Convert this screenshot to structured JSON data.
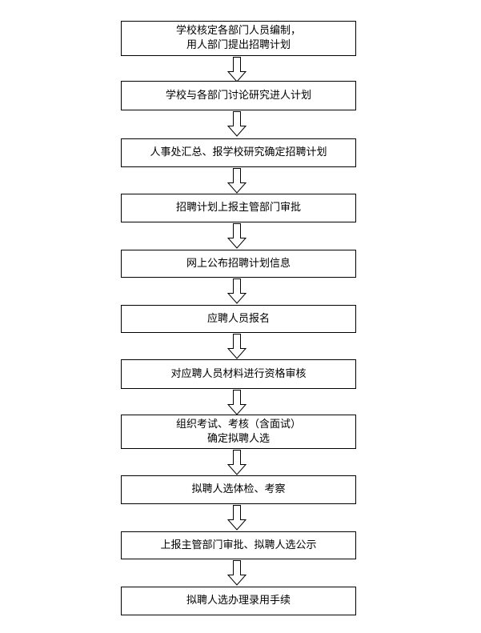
{
  "flowchart": {
    "steps": [
      {
        "lines": [
          "学校核定各部门人员编制，",
          "用人部门提出招聘计划"
        ]
      },
      {
        "lines": [
          "学校与各部门讨论研究进人计划"
        ]
      },
      {
        "lines": [
          "人事处汇总、报学校研究确定招聘计划"
        ]
      },
      {
        "lines": [
          "招聘计划上报主管部门审批"
        ]
      },
      {
        "lines": [
          "网上公布招聘计划信息"
        ]
      },
      {
        "lines": [
          "应聘人员报名"
        ]
      },
      {
        "lines": [
          "对应聘人员材料进行资格审核"
        ]
      },
      {
        "lines": [
          "组织考试、考核（含面试）",
          "确定拟聘人选"
        ]
      },
      {
        "lines": [
          "拟聘人选体检、考察"
        ]
      },
      {
        "lines": [
          "上报主管部门审批、拟聘人选公示"
        ]
      },
      {
        "lines": [
          "拟聘人选办理录用手续"
        ]
      }
    ]
  }
}
